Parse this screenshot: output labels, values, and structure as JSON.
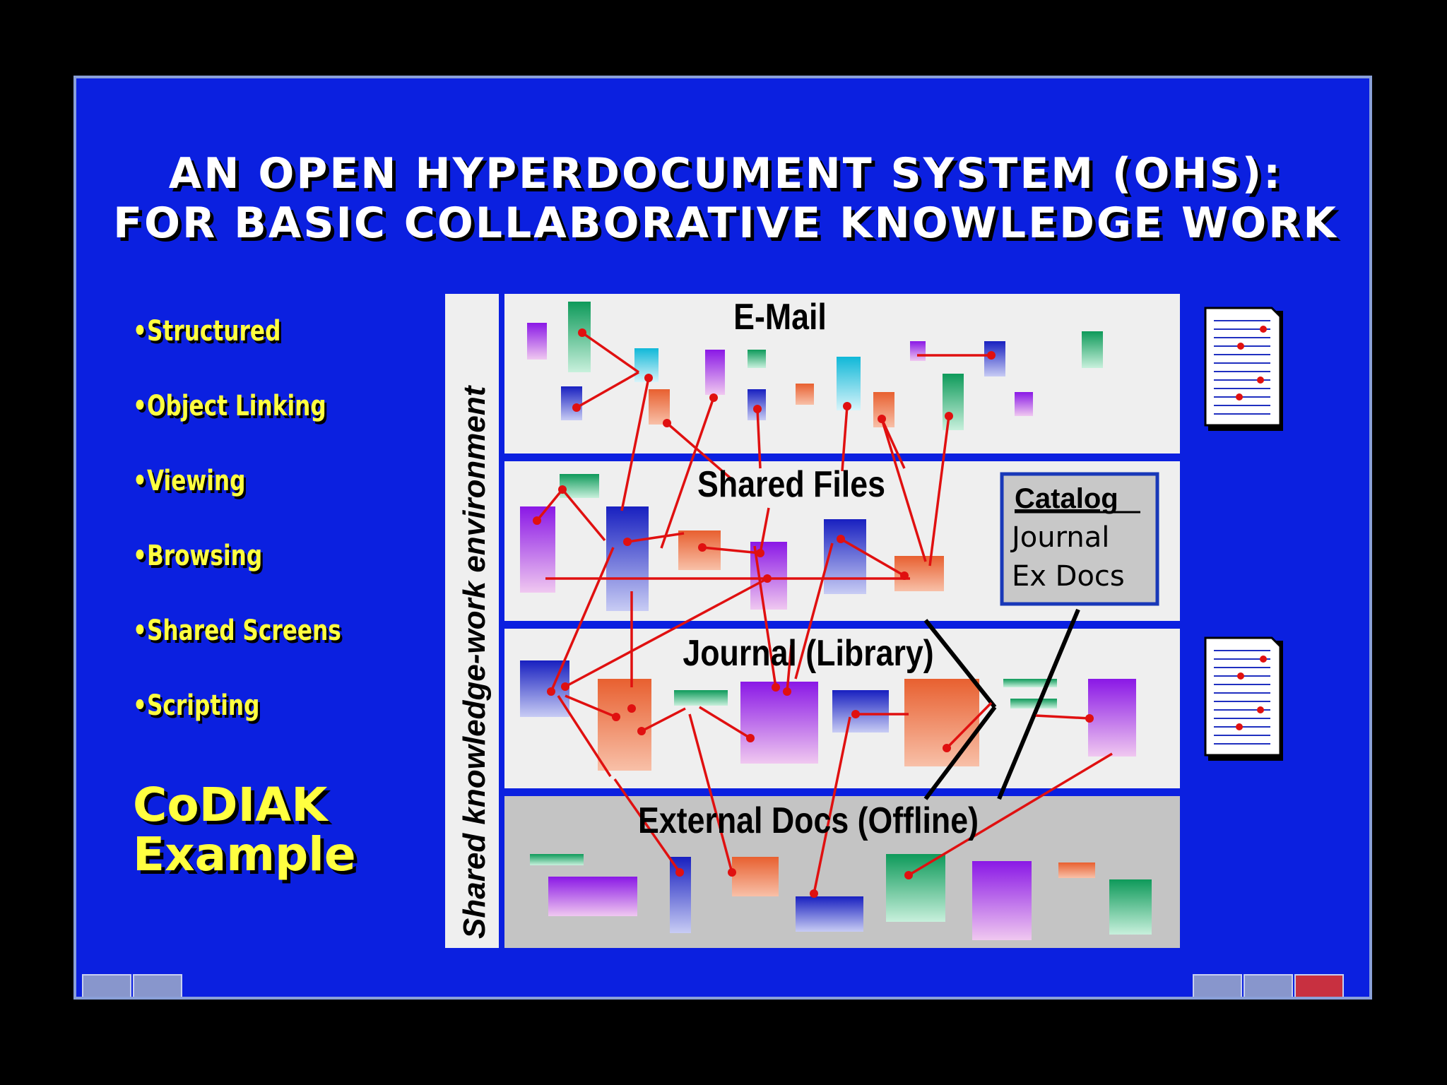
{
  "title": {
    "line1": "AN OPEN HYPERDOCUMENT SYSTEM (OHS):",
    "line2": "FOR BASIC COLLABORATIVE KNOWLEDGE WORK"
  },
  "bullets": [
    "•Structured",
    "•Object Linking",
    "•Viewing",
    "•Browsing",
    "•Shared Screens",
    "•Scripting"
  ],
  "example": {
    "line1": "CoDIAK",
    "line2": "Example"
  },
  "environment_label": "Shared knowledge-work environment",
  "layers": {
    "email": "E-Mail",
    "shared_files": "Shared Files",
    "journal": "Journal (Library)",
    "external": "External Docs (Offline)"
  },
  "catalog": {
    "heading": "Catalog",
    "line1": "Journal",
    "line2": "Ex Docs"
  },
  "colors": {
    "background": "#0b20e0",
    "bullet_text": "#ffff40",
    "link_line": "#e01010",
    "panel": "#efefef",
    "external_panel": "#c4c4c4"
  }
}
